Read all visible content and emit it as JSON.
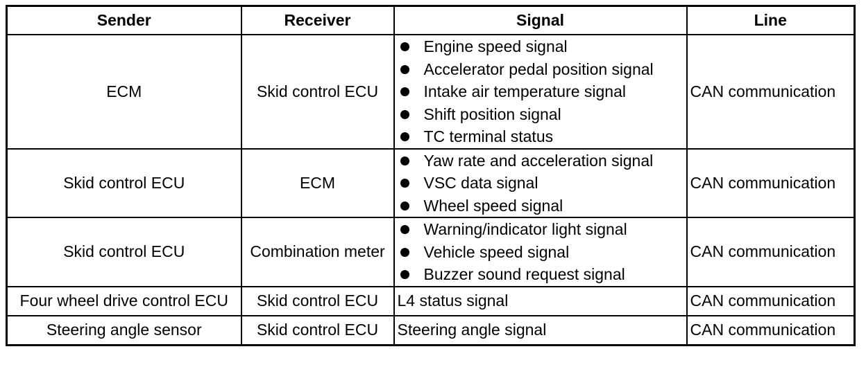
{
  "table": {
    "headers": [
      "Sender",
      "Receiver",
      "Signal",
      "Line"
    ],
    "rows": [
      {
        "sender": "ECM",
        "receiver": "Skid control ECU",
        "signals": [
          "Engine speed signal",
          "Accelerator pedal position signal",
          "Intake air temperature signal",
          "Shift position signal",
          "TC terminal status"
        ],
        "line": "CAN communication"
      },
      {
        "sender": "Skid control ECU",
        "receiver": "ECM",
        "signals": [
          "Yaw rate and acceleration signal",
          "VSC data signal",
          "Wheel speed signal"
        ],
        "line": "CAN communication"
      },
      {
        "sender": "Skid control ECU",
        "receiver": "Combination meter",
        "signals": [
          "Warning/indicator light signal",
          "Vehicle speed signal",
          "Buzzer sound request signal"
        ],
        "line": "CAN communication"
      },
      {
        "sender": "Four wheel drive control ECU",
        "receiver": "Skid control ECU",
        "signal": "L4 status signal",
        "line": "CAN communication"
      },
      {
        "sender": "Steering angle sensor",
        "receiver": "Skid control ECU",
        "signal": "Steering angle signal",
        "line": "CAN communication"
      }
    ]
  }
}
